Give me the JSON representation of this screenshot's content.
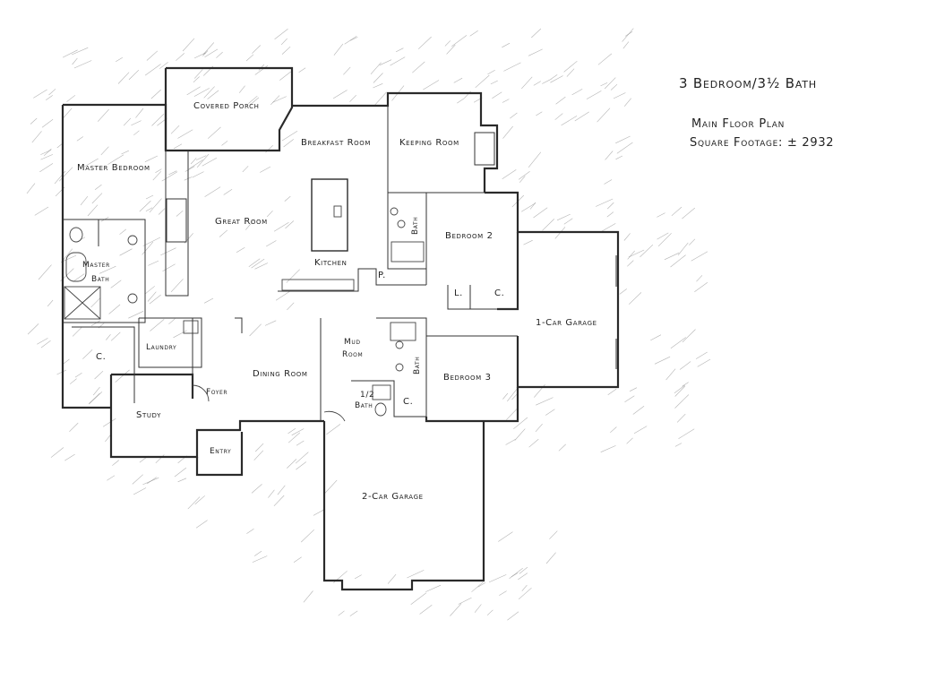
{
  "title_block": {
    "bedrooms_baths": "3 Bedroom/3½ Bath",
    "plan_name": "Main Floor Plan",
    "square_footage": "Square Footage: ± 2932"
  },
  "rooms": {
    "covered_porch": "Covered Porch",
    "breakfast_room": "Breakfast Room",
    "keeping_room": "Keeping Room",
    "master_bedroom": "Master Bedroom",
    "great_room": "Great Room",
    "kitchen": "Kitchen",
    "pantry": "P.",
    "bath_upper": "Bath",
    "bedroom_2": "Bedroom 2",
    "closet_bedroom2": "C.",
    "linen": "L.",
    "garage_1car": "1-Car Garage",
    "master_bath_line1": "Master",
    "master_bath_line2": "Bath",
    "closet_master": "C.",
    "laundry": "Laundry",
    "mud_room_line1": "Mud",
    "mud_room_line2": "Room",
    "bath_lower": "Bath",
    "bedroom_3": "Bedroom 3",
    "closet_bedroom3": "C.",
    "half_bath_line1": "1/2",
    "half_bath_line2": "Bath",
    "dining_room": "Dining Room",
    "foyer": "Foyer",
    "study": "Study",
    "entry": "Entry",
    "garage_2car": "2-Car Garage"
  }
}
